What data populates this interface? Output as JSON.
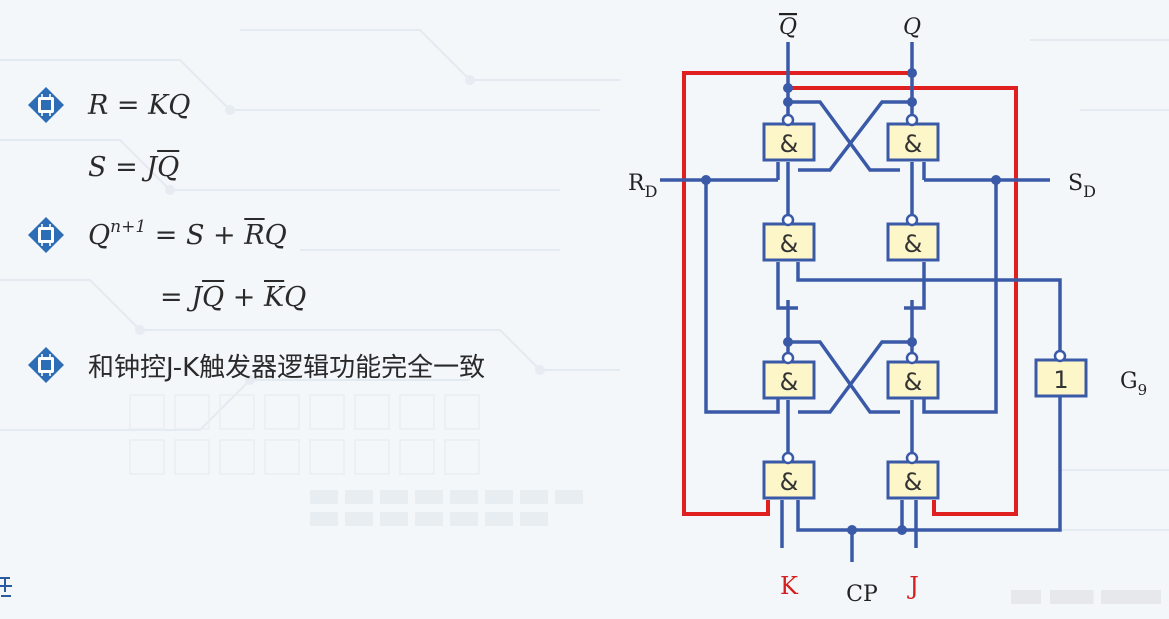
{
  "equations": {
    "line1": {
      "lhs": "R",
      "rhs": "KQ"
    },
    "line2": {
      "lhs": "S",
      "rhs_j": "J",
      "rhs_q": "Q"
    },
    "line3": {
      "q": "Q",
      "exp": "n+1",
      "rhs_s": "S",
      "plus": "+",
      "rbar": "R",
      "rq": "Q"
    },
    "line4": {
      "j": "J",
      "q": "Q",
      "plus": "+",
      "k": "K",
      "kq": "Q"
    },
    "note": "和钟控J-K触发器逻辑功能完全一致"
  },
  "circuit": {
    "outputs": {
      "qbar": "Q",
      "q": "Q"
    },
    "inputs": {
      "rd": "R",
      "rd_sub": "D",
      "sd": "S",
      "sd_sub": "D",
      "k": "K",
      "cp": "CP",
      "j": "J"
    },
    "gates": {
      "nand_symbol": "&",
      "or_symbol": "1",
      "g9_label": "G",
      "g9_sub": "9"
    }
  },
  "colors": {
    "wire": "#3a5aa8",
    "feedback": "#e02020",
    "gate_fill": "#fdf6c8",
    "bullet": "#2d6db5"
  }
}
